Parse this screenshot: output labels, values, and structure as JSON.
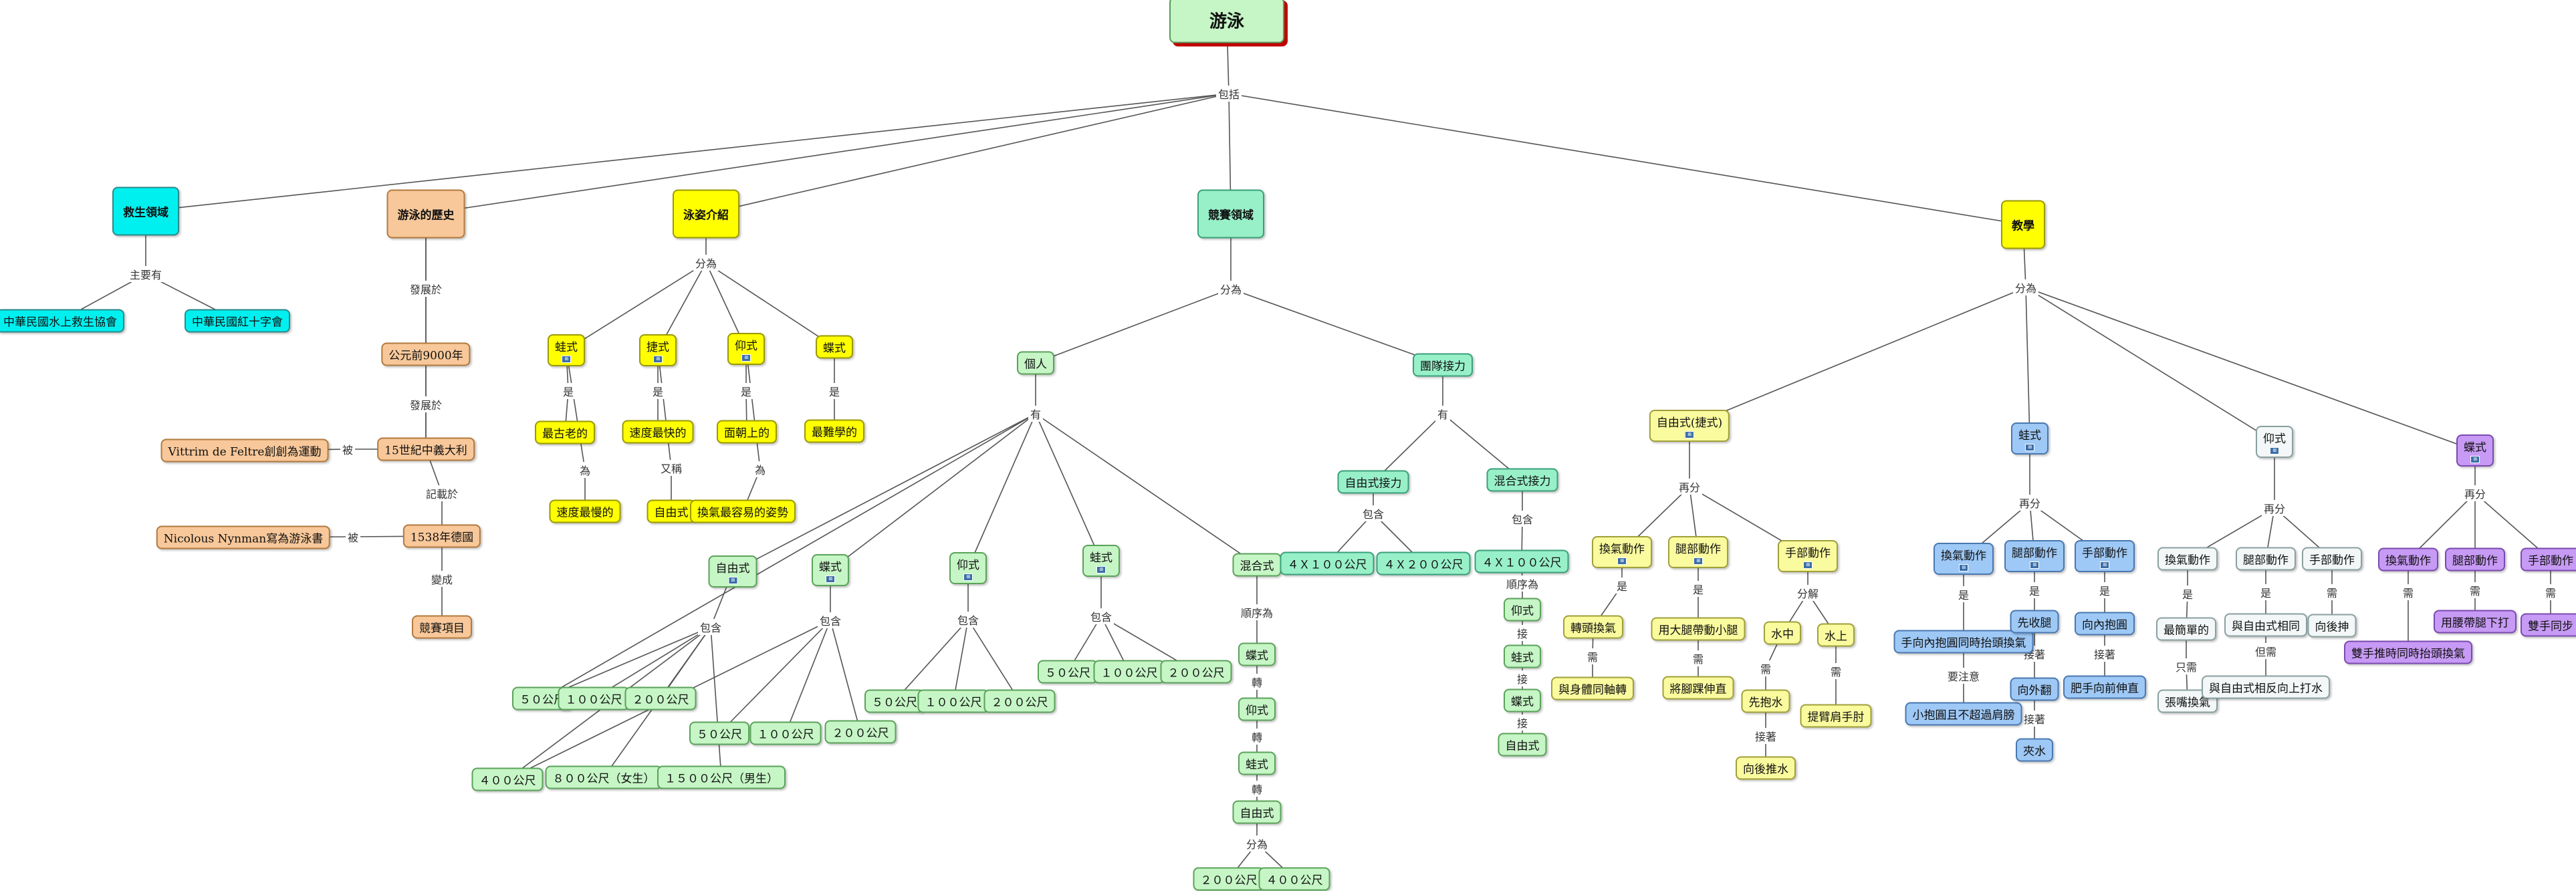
{
  "diagram": {
    "root": "游泳",
    "palette": {
      "root": "#c6f5c6",
      "cyan": "#00f0f0",
      "peach": "#f8c89a",
      "yellow": "#ffff00",
      "mint": "#98f0c8",
      "lightgreen": "#c6f5c6",
      "lightyellow": "#fafa9e",
      "blue": "#9ec8f5",
      "white": "#f3f7f7",
      "purple": "#c79af5",
      "shadow": "#c00000"
    },
    "nodes": {
      "root": "游泳",
      "rescue": "救生領域",
      "rescue_a": "中華民國水上救生協會",
      "rescue_b": "中華民國紅十字會",
      "history": "游泳的歷史",
      "h_9000": "公元前9000年",
      "h_15c": "15世紀中義大利",
      "h_vittrim": "Vittrim de Feltre創創為運動",
      "h_1538": "1538年德國",
      "h_nicolous": "Nicolous Nynman寫為游泳書",
      "h_comp": "競賽項目",
      "styles": "泳姿介紹",
      "s_frog": "蛙式",
      "s_frog_d": "最古老的",
      "s_frog_e": "速度最慢的",
      "s_free": "捷式",
      "s_free_d": "速度最快的",
      "s_free_e": "自由式",
      "s_back": "仰式",
      "s_back_d": "面朝上的",
      "s_back_e": "換氣最容易的姿勢",
      "s_fly": "蝶式",
      "s_fly_d": "最難學的",
      "comp": "競賽領域",
      "indiv": "個人",
      "relay": "團隊接力",
      "i_free": "自由式",
      "i_free_50": "５０公尺",
      "i_free_100": "１００公尺",
      "i_free_200": "２００公尺",
      "i_free_400": "４００公尺",
      "i_free_800": "８００公尺（女生）",
      "i_free_1500": "１５００公尺（男生）",
      "i_fly": "蝶式",
      "i_fly_50": "５０公尺",
      "i_fly_100": "１００公尺",
      "i_fly_200": "２００公尺",
      "i_back": "仰式",
      "i_back_50": "５０公尺",
      "i_back_100": "１００公尺",
      "i_back_200": "２００公尺",
      "i_frog": "蛙式",
      "i_frog_50": "５０公尺",
      "i_frog_100": "１００公尺",
      "i_frog_200": "２００公尺",
      "i_mix": "混合式",
      "m_fly": "蝶式",
      "m_back": "仰式",
      "m_frog": "蛙式",
      "m_free": "自由式",
      "m_200": "２００公尺",
      "m_400": "４００公尺",
      "r_free": "自由式接力",
      "r_free_400": "４Ｘ１００公尺",
      "r_free_800": "４Ｘ２００公尺",
      "r_mix": "混合式接力",
      "r_mix_400": "４Ｘ１００公尺",
      "r_back": "仰式",
      "r_frog": "蛙式",
      "r_fly": "蝶式",
      "r_free2": "自由式",
      "teach": "教學",
      "t_free": "自由式(捷式)",
      "tf_breath": "換氣動作",
      "tf_breath_a": "轉頭換氣",
      "tf_breath_b": "與身體同軸轉",
      "tf_leg": "腿部動作",
      "tf_leg_a": "用大腿帶動小腿",
      "tf_leg_b": "將腳踝伸直",
      "tf_hand": "手部動作",
      "tf_hand_water": "水中",
      "tf_hand_push": "先抱水",
      "tf_hand_back": "向後推水",
      "tf_hand_above": "水上",
      "tf_hand_above_b": "提臂肩手肘",
      "t_frog": "蛙式",
      "tg_breath": "換氣動作",
      "tg_breath_a": "手向內抱圓同時抬頭換氣",
      "tg_breath_b": "小抱圓且不超過肩膀",
      "tg_leg": "腿部動作",
      "tg_leg_a": "先收腿",
      "tg_leg_b": "向外翻",
      "tg_leg_c": "夾水",
      "tg_hand": "手部動作",
      "tg_hand_a": "向內抱圓",
      "tg_hand_b": "肥手向前伸直",
      "t_back": "仰式",
      "tb_breath": "換氣動作",
      "tb_breath_a": "最簡單的",
      "tb_breath_b": "張嘴換氣",
      "tb_leg": "腿部動作",
      "tb_leg_a": "與自由式相同",
      "tb_leg_b": "與自由式相反向上打水",
      "tb_hand": "手部動作",
      "tb_hand_a": "向後抻",
      "t_fly": "蝶式",
      "ty_breath": "換氣動作",
      "ty_breath_a": "雙手推時同時抬頭換氣",
      "ty_leg": "腿部動作",
      "ty_leg_a": "用腰帶腿下打",
      "ty_hand": "手部動作",
      "ty_hand_a": "雙手同步"
    },
    "links": {
      "include": "包括",
      "main": "主要有",
      "dev1": "發展於",
      "dev2": "發展於",
      "record": "記載於",
      "was1": "被",
      "was2": "被",
      "become": "變成",
      "div_styles": "分為",
      "is_frog": "是",
      "is_free": "是",
      "is_back": "是",
      "is_fly": "是",
      "x_frog": "為",
      "x_free": "又稱",
      "x_back": "為",
      "div_comp": "分為",
      "has_indiv": "有",
      "has_relay": "有",
      "inc_free": "包含",
      "inc_fly": "包含",
      "inc_back": "包含",
      "inc_frog": "包含",
      "order": "順序為",
      "turn1": "轉",
      "turn2": "轉",
      "turn3": "轉",
      "div_mix": "分為",
      "inc_rfree": "包含",
      "inc_rmix": "包含",
      "order_r": "順序為",
      "t1": "接",
      "t2": "接",
      "t3": "接",
      "div_teach": "分為",
      "again_free": "再分",
      "is_tfb": "是",
      "need_tfb": "需",
      "is_tfl": "是",
      "need_tfl": "需",
      "split_tfh": "分解",
      "need_w": "需",
      "then_w": "接著",
      "need_a": "需",
      "again_frog": "再分",
      "is_tgb": "是",
      "note_tgb": "要注意",
      "is_tgl": "是",
      "then_tgl1": "接著",
      "then_tgl2": "接著",
      "is_tgh": "是",
      "then_tgh": "接著",
      "again_back": "再分",
      "is_tbb": "是",
      "only_tbb": "只需",
      "is_tbl": "是",
      "but_tbl": "但需",
      "need_tbh": "需",
      "again_fly": "再分",
      "need_tyb": "需",
      "need_tyl": "需",
      "need_tyh": "需"
    }
  }
}
